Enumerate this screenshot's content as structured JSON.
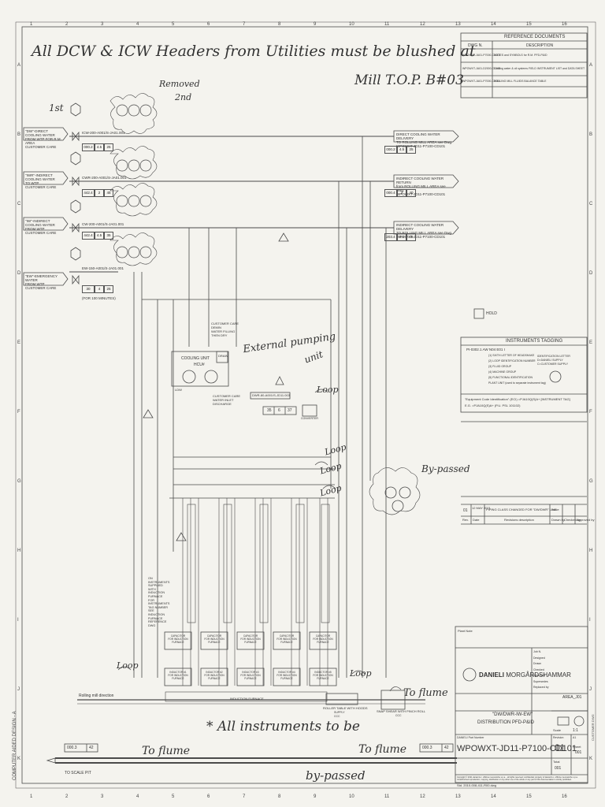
{
  "handwritten": {
    "top_note_line1": "All DCW & ICW Headers from Utilities must be blushed at",
    "top_note_line2": "Mill T.O.P. B#03",
    "removed": "Removed",
    "second": "2nd",
    "first": "1st",
    "external_pumping": "External pumping",
    "unit": "unit",
    "loop_1": "Loop",
    "loop_2": "Loop",
    "loop_3": "Loop",
    "loop_4": "Loop",
    "loop_5": "Loop",
    "loop_6": "Loop",
    "bypassed": "By-passed",
    "to_flume_1": "To flume",
    "to_flume_2": "To flume",
    "to_flume_3": "To flume",
    "all_instruments_1": "* All instruments to be",
    "all_instruments_2": "by-passed"
  },
  "inlets": [
    {
      "label": "\"DW\"-DIRECT COOLING WATER\nFROM WTP FOR R.M. AREA\nCUSTOMER CARE",
      "line": "ICW-200-A001/S-JA01.001",
      "data": [
        "000.2",
        "4.5",
        "25"
      ]
    },
    {
      "label": "\"IWR\"-INDIRECT COOLING WATER\nTO WTP\nCUSTOMER CARE",
      "line": "CWR-200-A001/S-JA01.001",
      "data": [
        "442.4",
        "2",
        "45"
      ]
    },
    {
      "label": "\"IW\"-INDIRECT COOLING WATER\nFROM WTP\nCUSTOMER CARE",
      "line": "CW-200-A001/S-JA01.001",
      "data": [
        "442.4",
        "4.5",
        "35"
      ]
    },
    {
      "label": "\"EW\"-EMERGENCY WATER\nFROM WTP\nCUSTOMER CARE",
      "line": "EW-150-A001/S-JA01.001",
      "data": [
        "30",
        "4",
        "25"
      ]
    }
  ],
  "outlets": [
    {
      "label": "DIRECT COOLING WATER DELIVERY\nTO ROLLING MILL AREA see Dwg.\nWPOWXT-JD11-P7100-CD101",
      "data": [
        "000.2",
        "4.5",
        "25"
      ]
    },
    {
      "label": "INDIRECT COOLING WATER RETURN\nfrom ROLLING MILL AREA see Dwg.\nWPOWXT-JD11-P7100-CD101",
      "data": [
        "000.4",
        "2",
        "40"
      ]
    },
    {
      "label": "INDIRECT COOLING WATER DELIVERY\nTO ROLLING MILL AREA see Dwg.\nWPOWXT-JD11-P7100-CD101",
      "data": [
        "203.4",
        "4.5",
        "25"
      ]
    }
  ],
  "for_100_minutes": "(FOR 100 MINUTES)",
  "reference_documents": {
    "title": "REFERENCE DOCUMENTS",
    "col_dwg": "DWG N.",
    "col_desc": "DESCRIPTION",
    "rows": [
      {
        "dwg": "WPOWXT-JA01-P7000-CD001",
        "desc": "NOTES and SYMBOLS for R.M. PFD-P&ID"
      },
      {
        "dwg": "WPOWXT-JA01-D2000-CD001",
        "desc": "Cooling water & oil systems FIELD INSTRUMENT LIST and DATA SHEET"
      },
      {
        "dwg": "WPOWXT-JA01-P7000-CD001",
        "desc": "ROLLING MILL FLUIDS BALANCE TABLE"
      }
    ]
  },
  "instruments_tagging": {
    "title": "INSTRUMENTS TAGGING",
    "example": "PI-0302.1 AW  N04  E01  I",
    "items": [
      "(1) SIXTH LETTER OF HEADSHAKE",
      "(2) LOOP IDENTIFICATION NUMBER",
      "(3) FLUID GROUP",
      "(4) MACHINE GROUP",
      "(5) FUNCTIONAL IDENTIFICATION",
      "PLANT UNIT (used to separate instrument tag)"
    ],
    "side": [
      "IDENTIFICATION LETTER",
      "D=DANIELI SUPPLY",
      "C=CUSTOMER SUPPLY"
    ],
    "equipment_code": "\"Equipment Code Identification\" (ECI) =PJA10Q(S)A+ [INSTRUMENT TAG]",
    "equipment_eg": "E.G. =PJA10Q(S)A+ (P.U. PSL 101102)"
  },
  "revision": {
    "rev": "01",
    "date": "12 MAY 2021",
    "text": "PIPING CLASS CHANGED FOR \"DW/DWR\" LINE",
    "col_rev": "Rev.",
    "col_date": "Date",
    "col_desc": "Revisions description",
    "col_drawn": "Drawn by",
    "col_checked": "Checked by",
    "col_approved": "Approved by",
    "col_stage": "Issue"
  },
  "hold": "HOLD",
  "cooling_unit": {
    "title": "COOLING UNIT",
    "sub": "HCU#",
    "customer_care_1": "CUSTOMER CARE\nDEMIN\nWATER FILLING\nTHEN DRY",
    "customer_care_2": "CUSTOMER CARE\nWATER INLET\nDISCHARGE",
    "ldw": "LDW",
    "drain_box": "DRAIN",
    "line": "DWR-80-A001/S-JD11.003",
    "data": [
      "35",
      "6",
      "37"
    ],
    "converter": "CONVERTER"
  },
  "inductors": [
    {
      "cap": "CAPACITOR\nFOR INDUCTION\nFURNACE",
      "ind": "INDUCTOR #1\nFOR INDUCTION\nFURNACE"
    },
    {
      "cap": "CAPACITOR\nFOR INDUCTION\nFURNACE",
      "ind": "INDUCTOR #2\nFOR INDUCTION\nFURNACE"
    },
    {
      "cap": "CAPACITOR\nFOR INDUCTION\nFURNACE",
      "ind": "INDUCTOR #3\nFOR INDUCTION\nFURNACE"
    },
    {
      "cap": "CAPACITOR\nFOR INDUCTION\nFURNACE",
      "ind": "INDUCTOR #4\nFOR INDUCTION\nFURNACE"
    },
    {
      "cap": "CAPACITOR\nFOR INDUCTION\nFURNACE",
      "ind": "INDUCTOR #5\nFOR INDUCTION\nFURNACE"
    }
  ],
  "induction_note": "ON\nINSTRUMENTS\nSUPPLIED\nWITH\nINDUCTION\nFURNACE\nFOR\nINSTRUMENTS\nTAG NUMBER\nSEE INDUCTION\nFURNACE\nREFERENCE\nDWG",
  "induction_furnace": "INDUCTION FURNACE",
  "rolling_direction": "Rolling mill direction",
  "roller_table": "ROLLER TABLE WITH HOODS",
  "roller_table_sub": "SUPPLY\nCCC",
  "snap_shear": "SNAP SHEAR WITH PINCH ROLL",
  "snap_shear_sub": "CCC",
  "bottom_box_left": [
    "000.3",
    "42"
  ],
  "bottom_box_right": [
    "000.3",
    "42"
  ],
  "to_scale_pit": "TO SCALE PIT",
  "vertical_side": "COMPUTER AIDED DESIGN - A",
  "customer_dwg": "CUSTOMER DWG",
  "title_block": {
    "plant_note": "Plant Note",
    "company": "DANIELI",
    "company2": "MORGÅRDSHAMMAR",
    "labels": [
      "Job N.",
      "Designed",
      "Drawn",
      "Checked",
      "Approved",
      "Supersedes",
      "Replaced by"
    ],
    "area_code": "AREA_J01",
    "title1": "\"DW/DWR-IW-EW\"",
    "title2": "DISTRIBUTION PFD-P&ID",
    "scale_label": "Scale",
    "scale": "1:1",
    "danieli_part": "DANIELI Part Number",
    "dwg_number": "WPOWXT-JD11-P7100-CD101",
    "revision_label": "Revision",
    "revision": "01",
    "sheet_label": "Sheet",
    "sheet": "001",
    "total_label": "Total",
    "total": "001",
    "format": "A1",
    "copyright": "Copyright © 2021 danieli & c. officine meccaniche s.p.a. - all rights reserved; confidential; property of danieli & c. officine meccaniche s.p.a.\nUnauthorized reproduction, copying, distribution or any other use of the whole or any part of this documentation is strictly prohibited.",
    "file_ref": "Std. 2010-008-411-R00.dwg"
  },
  "grid_cols": [
    "1",
    "2",
    "3",
    "4",
    "5",
    "6",
    "7",
    "8",
    "9",
    "10",
    "11",
    "12",
    "13",
    "14",
    "15",
    "16"
  ],
  "grid_rows": [
    "A",
    "B",
    "C",
    "D",
    "E",
    "F",
    "G",
    "H",
    "I",
    "J",
    "K"
  ]
}
